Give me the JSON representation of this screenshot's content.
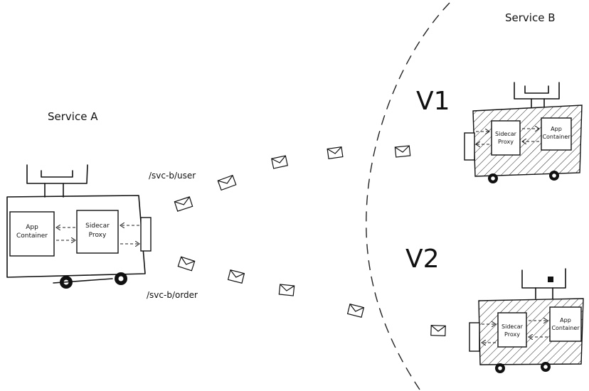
{
  "service_a": {
    "title": "Service A",
    "app_container": [
      "App",
      "Container"
    ],
    "sidecar_proxy": [
      "Sidecar",
      "Proxy"
    ]
  },
  "service_b": {
    "title": "Service B",
    "v1": {
      "label": "V1",
      "sidecar_proxy": [
        "Sidecar",
        "Proxy"
      ],
      "app_container": [
        "App",
        "Container"
      ]
    },
    "v2": {
      "label": "V2",
      "sidecar_proxy": [
        "Sidecar",
        "Proxy"
      ],
      "app_container": [
        "App",
        "Container"
      ]
    }
  },
  "routes": {
    "user": "/svc-b/user",
    "order": "/svc-b/order"
  }
}
